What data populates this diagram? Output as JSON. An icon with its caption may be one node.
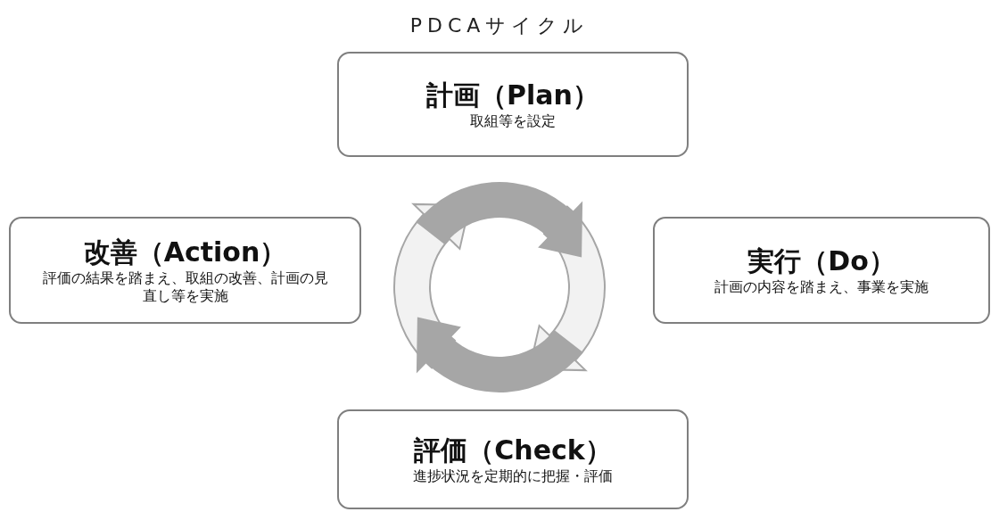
{
  "diagram": {
    "title": "PDCAサイクル",
    "nodes": [
      {
        "text": [
          "計画（Plan）",
          "取組等を設定"
        ]
      },
      {
        "text": [
          "改善（Action）",
          "評価の結果を踏まえ、取組の改善、計画の見直し等を実施"
        ]
      },
      {
        "text": [
          "実行（Do）",
          "計画の内容を踏まえ、事業を実施"
        ]
      },
      {
        "text": [
          "評価（Check）",
          "進捗状況を定期的に把握・評価"
        ]
      }
    ]
  }
}
